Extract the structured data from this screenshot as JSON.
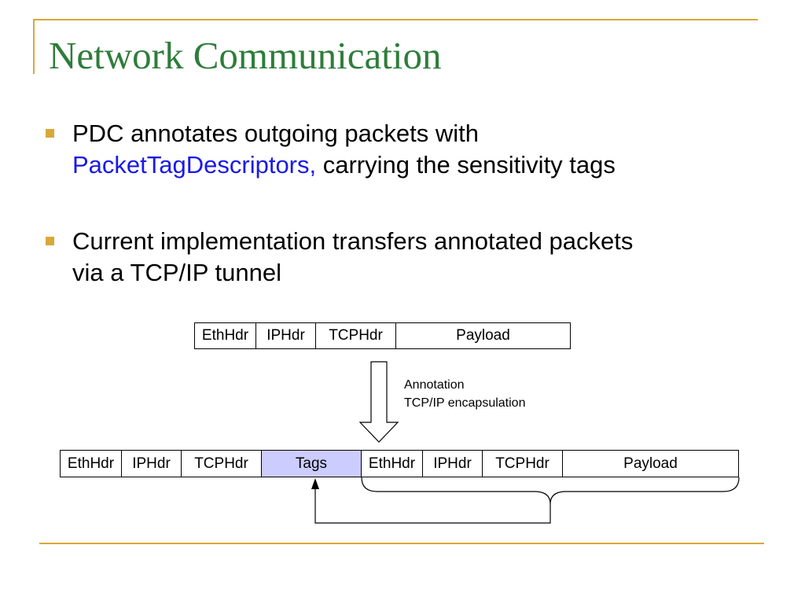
{
  "slide": {
    "title": "Network Communication",
    "bullets": [
      {
        "line1": "PDC annotates outgoing packets with",
        "line2_accent": "PacketTagDescriptors,",
        "line2_rest": " carrying the sensitivity tags"
      },
      {
        "line1": "Current implementation transfers annotated packets",
        "line2": "via a TCP/IP tunnel"
      }
    ]
  },
  "diagram": {
    "original_packet": [
      "EthHdr",
      "IPHdr",
      "TCPHdr",
      "Payload"
    ],
    "annotation_label_1": "Annotation",
    "annotation_label_2": "TCP/IP encapsulation",
    "encapsulated_packet": [
      "EthHdr",
      "IPHdr",
      "TCPHdr",
      "Tags",
      "EthHdr",
      "IPHdr",
      "TCPHdr",
      "Payload"
    ]
  },
  "colors": {
    "title": "#2e7d3a",
    "accent_rule": "#d9a83a",
    "link_text": "#1a1ae6",
    "tags_fill": "#ccccff"
  }
}
